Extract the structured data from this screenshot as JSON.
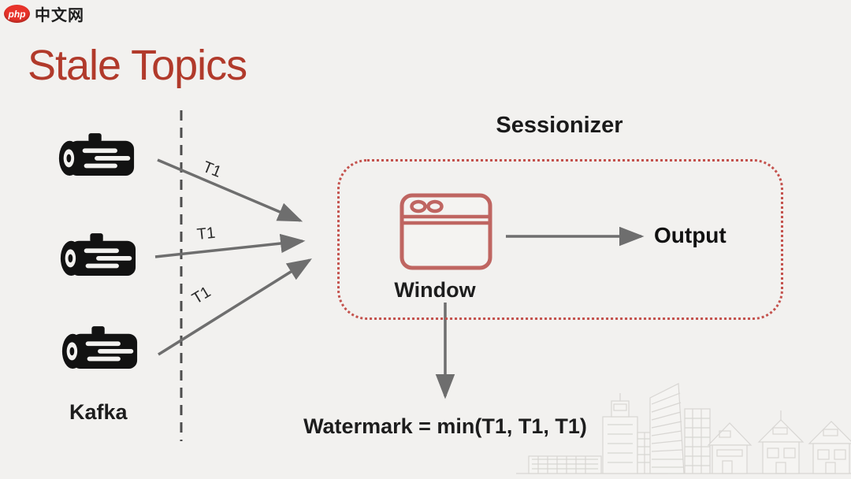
{
  "page": {
    "background_color": "#f2f1ef"
  },
  "logo": {
    "badge": "php",
    "site": "中文网",
    "badge_color": "#e8332a"
  },
  "slide": {
    "title": "Stale Topics",
    "title_color": "#b13a2b"
  },
  "diagram": {
    "source_label": "Kafka",
    "source_icon": "kafka-log",
    "source_count": 3,
    "boundary": "dashed-vertical-line",
    "arrows": [
      {
        "label": "T1"
      },
      {
        "label": "T1"
      },
      {
        "label": "T1"
      }
    ],
    "processor": {
      "title": "Sessionizer",
      "node_icon": "browser-window",
      "node_label": "Window",
      "border_color": "#c4524d",
      "icon_color": "#bf6561"
    },
    "output_label": "Output",
    "watermark_text": "Watermark = min(T1, T1, T1)",
    "arrow_color": "#6e6e6e"
  }
}
